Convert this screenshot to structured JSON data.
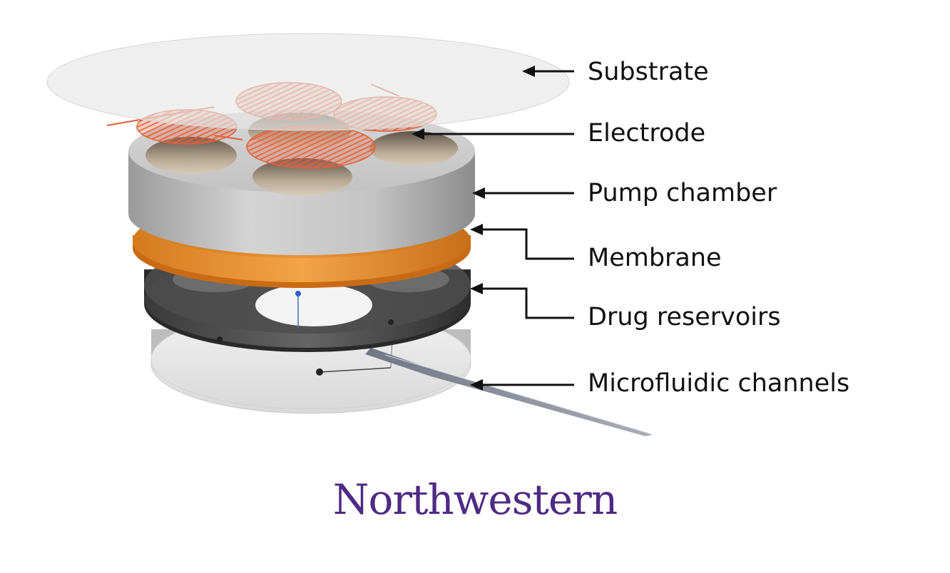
{
  "labels": {
    "substrate": "Substrate",
    "electrode": "Electrode",
    "pump_chamber": "Pump chamber",
    "membrane": "Membrane",
    "drug_reservoirs": "Drug reservoirs",
    "microfluidic_channels": "Microfluidic channels"
  },
  "brand": {
    "wordmark": "Northwestern",
    "color": "#4e2a84"
  },
  "colors": {
    "electrode": "#e8704e",
    "membrane": "#e98f2c",
    "pump_chamber": "#b9b9b9",
    "reservoir_layer": "#3a3a3a",
    "microfluidic_layer": "#e6e6e6",
    "leader_lines": "#111111"
  }
}
